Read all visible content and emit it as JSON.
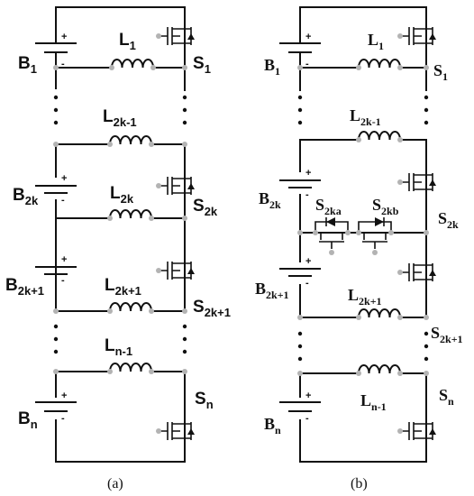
{
  "panel_a": {
    "caption": "(a)",
    "batteries": {
      "b1": {
        "main": "B",
        "sub": "1"
      },
      "b2k": {
        "main": "B",
        "sub": "2k"
      },
      "b2k1": {
        "main": "B",
        "sub": "2k+1"
      },
      "bn": {
        "main": "B",
        "sub": "n"
      }
    },
    "inductors": {
      "l1": {
        "main": "L",
        "sub": "1"
      },
      "l2k_1": {
        "main": "L",
        "sub": "2k-1"
      },
      "l2k": {
        "main": "L",
        "sub": "2k"
      },
      "l2k1": {
        "main": "L",
        "sub": "2k+1"
      },
      "ln_1": {
        "main": "L",
        "sub": "n-1"
      }
    },
    "switches": {
      "s1": {
        "main": "S",
        "sub": "1"
      },
      "s2k": {
        "main": "S",
        "sub": "2k"
      },
      "s2k1": {
        "main": "S",
        "sub": "2k+1"
      },
      "sn": {
        "main": "S",
        "sub": "n"
      }
    }
  },
  "panel_b": {
    "caption": "(b)",
    "batteries": {
      "b1": {
        "main": "B",
        "sub": "1"
      },
      "b2k": {
        "main": "B",
        "sub": "2k"
      },
      "b2k1": {
        "main": "B",
        "sub": "2k+1"
      },
      "bn": {
        "main": "B",
        "sub": "n"
      }
    },
    "inductors": {
      "l1": {
        "main": "L",
        "sub": "1"
      },
      "l2k_1": {
        "main": "L",
        "sub": "2k-1"
      },
      "l2k1": {
        "main": "L",
        "sub": "2k+1"
      },
      "ln_1": {
        "main": "L",
        "sub": "n-1"
      }
    },
    "switches": {
      "s1": {
        "main": "S",
        "sub": "1"
      },
      "s2k": {
        "main": "S",
        "sub": "2k"
      },
      "s2k1": {
        "main": "S",
        "sub": "2k+1"
      },
      "sn": {
        "main": "S",
        "sub": "n"
      },
      "s2ka": {
        "main": "S",
        "sub": "2ka"
      },
      "s2kb": {
        "main": "S",
        "sub": "2kb"
      }
    }
  },
  "symbols": {
    "plus": "+",
    "minus": "-"
  }
}
